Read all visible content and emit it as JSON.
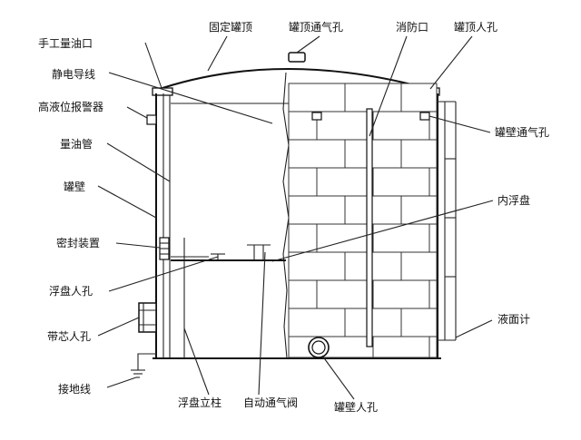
{
  "labels": {
    "manual_gauge_port": "手工量油口",
    "static_wire": "静电导线",
    "high_level_alarm": "高液位报警器",
    "gauge_pipe": "量油管",
    "tank_wall": "罐壁",
    "seal_device": "密封装置",
    "floating_manhole": "浮盘人孔",
    "core_manhole": "带芯人孔",
    "ground_wire": "接地线",
    "fixed_roof": "固定罐顶",
    "roof_vent": "罐顶通气孔",
    "fire_port": "消防口",
    "roof_manhole": "罐顶人孔",
    "wall_vent": "罐壁通气孔",
    "inner_float": "内浮盘",
    "level_gauge": "液面计",
    "float_column": "浮盘立柱",
    "auto_vent_valve": "自动通气阀",
    "wall_manhole": "罐壁人孔"
  }
}
